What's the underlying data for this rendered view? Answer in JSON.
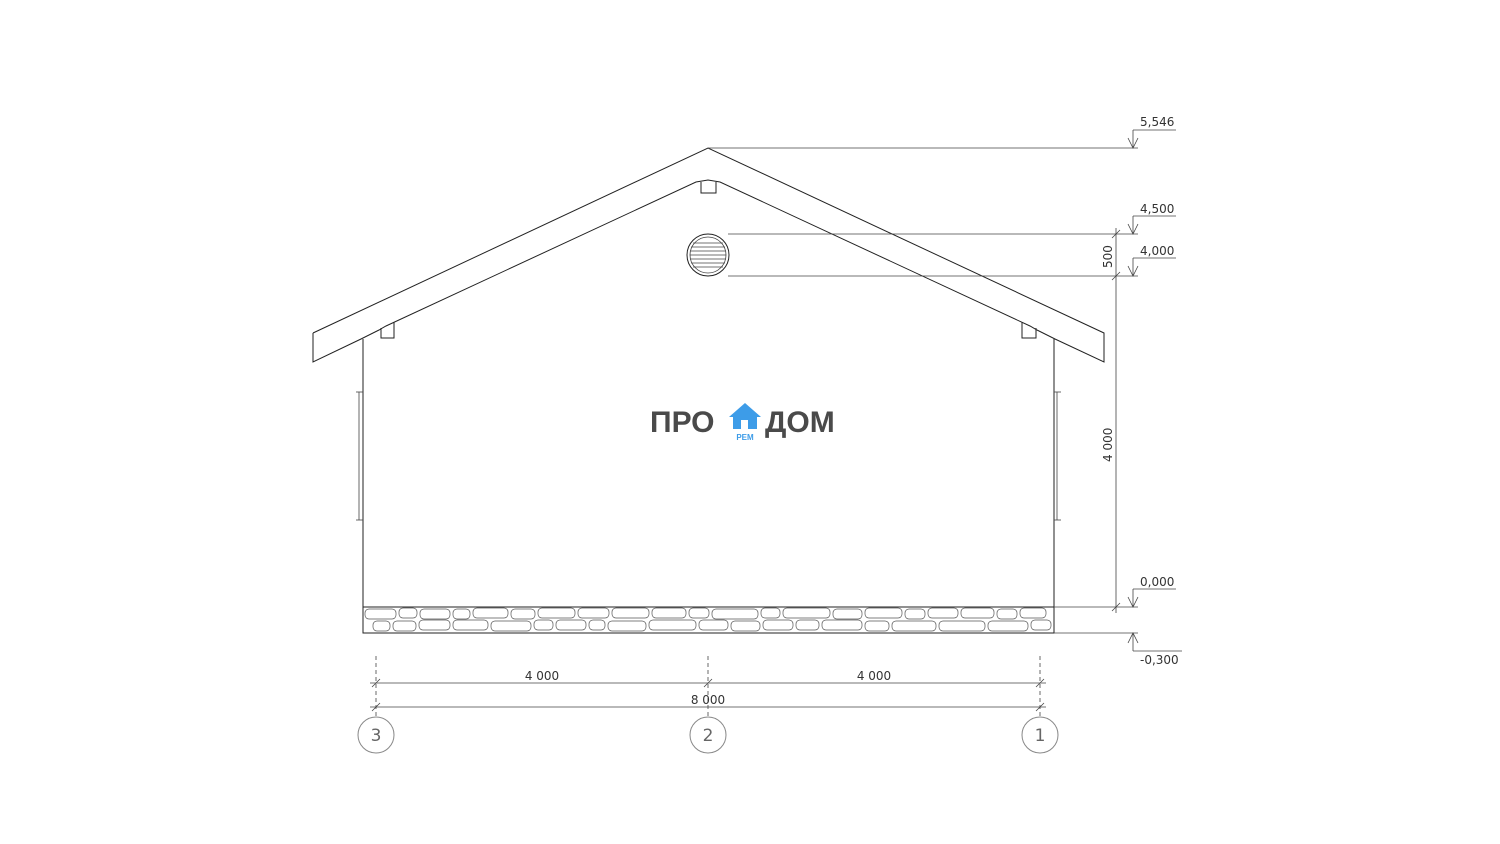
{
  "levels": {
    "ridge": "5,546",
    "vent_top": "4,500",
    "vent_bottom": "4,000",
    "floor": "0,000",
    "ground": "-0,300"
  },
  "vertical_dims": {
    "vent_height": "500",
    "wall_height": "4 000"
  },
  "horizontal_dims": {
    "left_span": "4 000",
    "right_span": "4 000",
    "total": "8 000"
  },
  "axes": [
    "3",
    "2",
    "1"
  ],
  "logo": {
    "left_word": "ПРО",
    "right_word": "ДОМ",
    "sub": "РЕМ",
    "accent_color": "#3d9ce8",
    "text_color": "#4a4a4a",
    "icon": "house-icon"
  }
}
